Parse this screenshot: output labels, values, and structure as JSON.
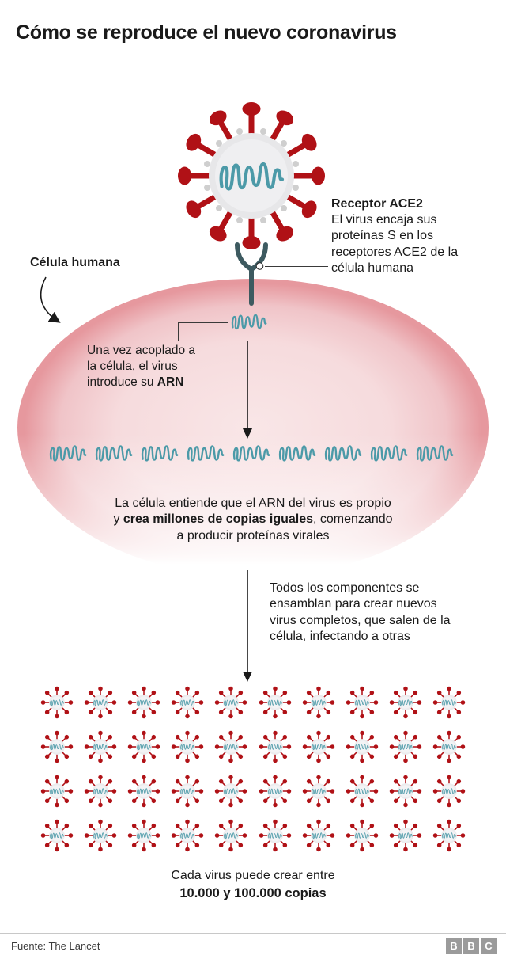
{
  "title": "Cómo se reproduce el nuevo coronavirus",
  "colors": {
    "spike_red": "#b01116",
    "virus_body": "#e7e7e9",
    "virus_body_inner": "#efeff1",
    "virus_stub": "#cfcfcf",
    "rna_teal": "#4c9aa8",
    "cell_rim": "#e6989e",
    "cell_fill": "#f6dbdd",
    "receptor": "#3d5a60",
    "bbc_gray": "#9b9b9b",
    "ink": "#1a1a1a"
  },
  "receptor": {
    "title": "Receptor ACE2",
    "body": "El virus encaja sus proteínas S en los receptores ACE2 de la célula humana"
  },
  "cell_label": "Célula humana",
  "rna_step": {
    "pre": "Una vez acoplado a la célula, el virus introduce su ",
    "bold": "ARN"
  },
  "copy_step": {
    "pre": "La célula entiende que el ARN del virus es propio y ",
    "bold": "crea millones de copias iguales",
    "post": ", comenzando a producir proteínas virales"
  },
  "assemble_step": "Todos los componentes se ensamblan para crear nuevos virus completos, que salen de la célula, infectando a otras",
  "rna_row": {
    "count": 9
  },
  "virus_grid": {
    "count": 40,
    "columns": 10
  },
  "result": {
    "line1": "Cada virus puede crear entre",
    "line2": "10.000 y 100.000 copias"
  },
  "footer": {
    "source": "Fuente: The Lancet",
    "logo_letters": [
      "B",
      "B",
      "C"
    ]
  }
}
